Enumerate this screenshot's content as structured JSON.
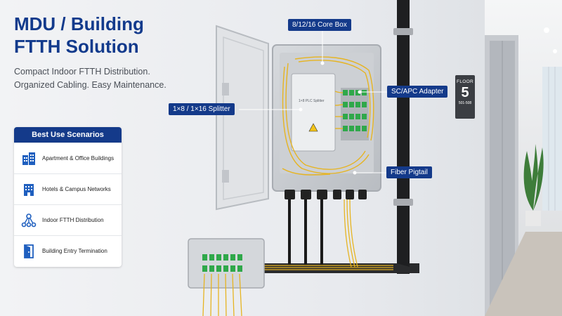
{
  "hero": {
    "title_line1": "MDU / Building",
    "title_line2": "FTTH Solution",
    "tagline_line1": "Compact Indoor FTTH Distribution.",
    "tagline_line2": "Organized Cabling. Easy Maintenance."
  },
  "use_cases": {
    "header": "Best Use Scenarios",
    "items": [
      {
        "label": "Apartment & Office Buildings",
        "icon": "buildings-icon"
      },
      {
        "label": "Hotels & Campus Networks",
        "icon": "hotel-icon"
      },
      {
        "label": "Indoor FTTH Distribution",
        "icon": "network-nodes-icon"
      },
      {
        "label": "Building Entry Termination",
        "icon": "door-icon"
      }
    ]
  },
  "callouts": {
    "core_box": "8/12/16 Core Box",
    "splitter": "1×8 / 1×16 Splitter",
    "adapter": "SC/APC Adapter",
    "pigtail": "Fiber Pigtail"
  },
  "device": {
    "splitter_print": "1×8 PLC Splitter"
  },
  "floor_sign": {
    "label": "FLOOR",
    "number": "5",
    "range": "501-508"
  },
  "colors": {
    "brand": "#143a8a",
    "fiber": "#e6b422",
    "adapter": "#2fa84a",
    "wall": "#ebedf0"
  }
}
